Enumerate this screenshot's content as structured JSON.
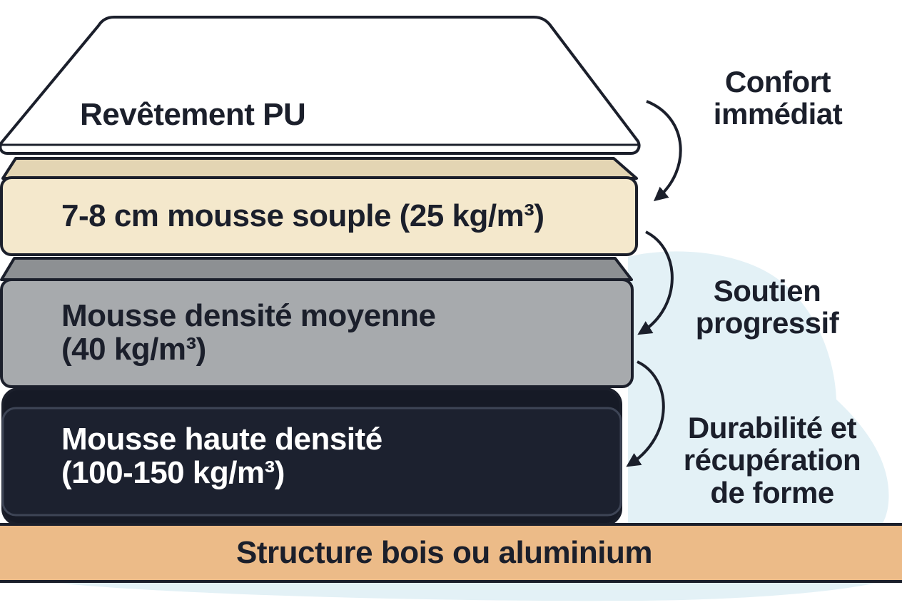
{
  "layers": [
    {
      "id": "top-cover",
      "label": "Revêtement PU",
      "color": "#ffffff"
    },
    {
      "id": "soft-foam",
      "label": "7-8 cm mousse souple (25 kg/m³)",
      "color": "#f4e8cc"
    },
    {
      "id": "medium-foam",
      "label": "Mousse densité moyenne\n(40 kg/m³)",
      "color": "#a7aaad"
    },
    {
      "id": "high-foam",
      "label": "Mousse haute densité\n(100-150 kg/m³)",
      "color": "#1c212f"
    },
    {
      "id": "base-frame",
      "label": "Structure bois ou aluminium",
      "color": "#ecbb88"
    }
  ],
  "annotations": [
    {
      "id": "comfort",
      "text": "Confort\nimmédiat"
    },
    {
      "id": "support",
      "text": "Soutien\nprogressif"
    },
    {
      "id": "durability",
      "text": "Durabilité et\nrécupération\nde forme"
    }
  ],
  "colors": {
    "outline": "#1b1f2b",
    "background_blob": "#e3f1f6",
    "label_dark": "#1b1f2b",
    "label_light": "#ffffff"
  }
}
